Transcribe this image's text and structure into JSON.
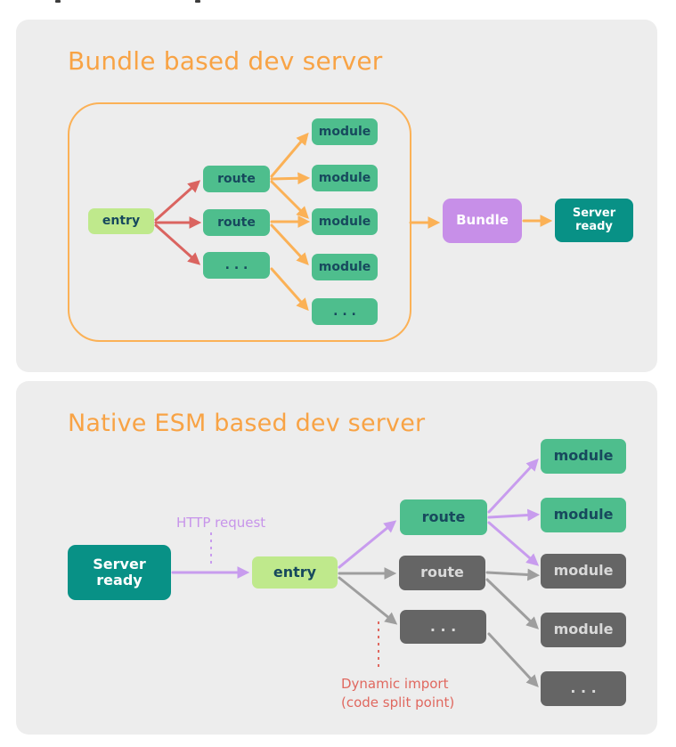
{
  "colors": {
    "panel_background": "#EDEDED",
    "title_orange": "#F8A345",
    "orange_arrow": "#FBB156",
    "red_arrow": "#DA6460",
    "green_box": "#4EBE8D",
    "light_green_box": "#BFE98C",
    "teal_box": "#089186",
    "purple_box": "#C78FE8",
    "purple_arrow": "#C89CEE",
    "dark_gray_box": "#656565",
    "gray_arrow": "#9E9E9E",
    "salmon_label": "#E0685F",
    "box_text_dark": "#17495D"
  },
  "bundle_panel": {
    "title": "Bundle based dev server",
    "entry": "entry",
    "routes": [
      "route",
      "route",
      ". . ."
    ],
    "modules": [
      "module",
      "module",
      "module",
      "module",
      ". . ."
    ],
    "bundle": "Bundle",
    "server_ready": [
      "Server",
      "ready"
    ]
  },
  "esm_panel": {
    "title": "Native ESM based dev server",
    "server_ready": [
      "Server",
      "ready"
    ],
    "http_request_label": "HTTP request",
    "entry": "entry",
    "routes": [
      "route",
      "route",
      ". . ."
    ],
    "modules": [
      "module",
      "module",
      "module",
      "module",
      ". . ."
    ],
    "dynamic_import_label": [
      "Dynamic import",
      "(code split point)"
    ]
  }
}
